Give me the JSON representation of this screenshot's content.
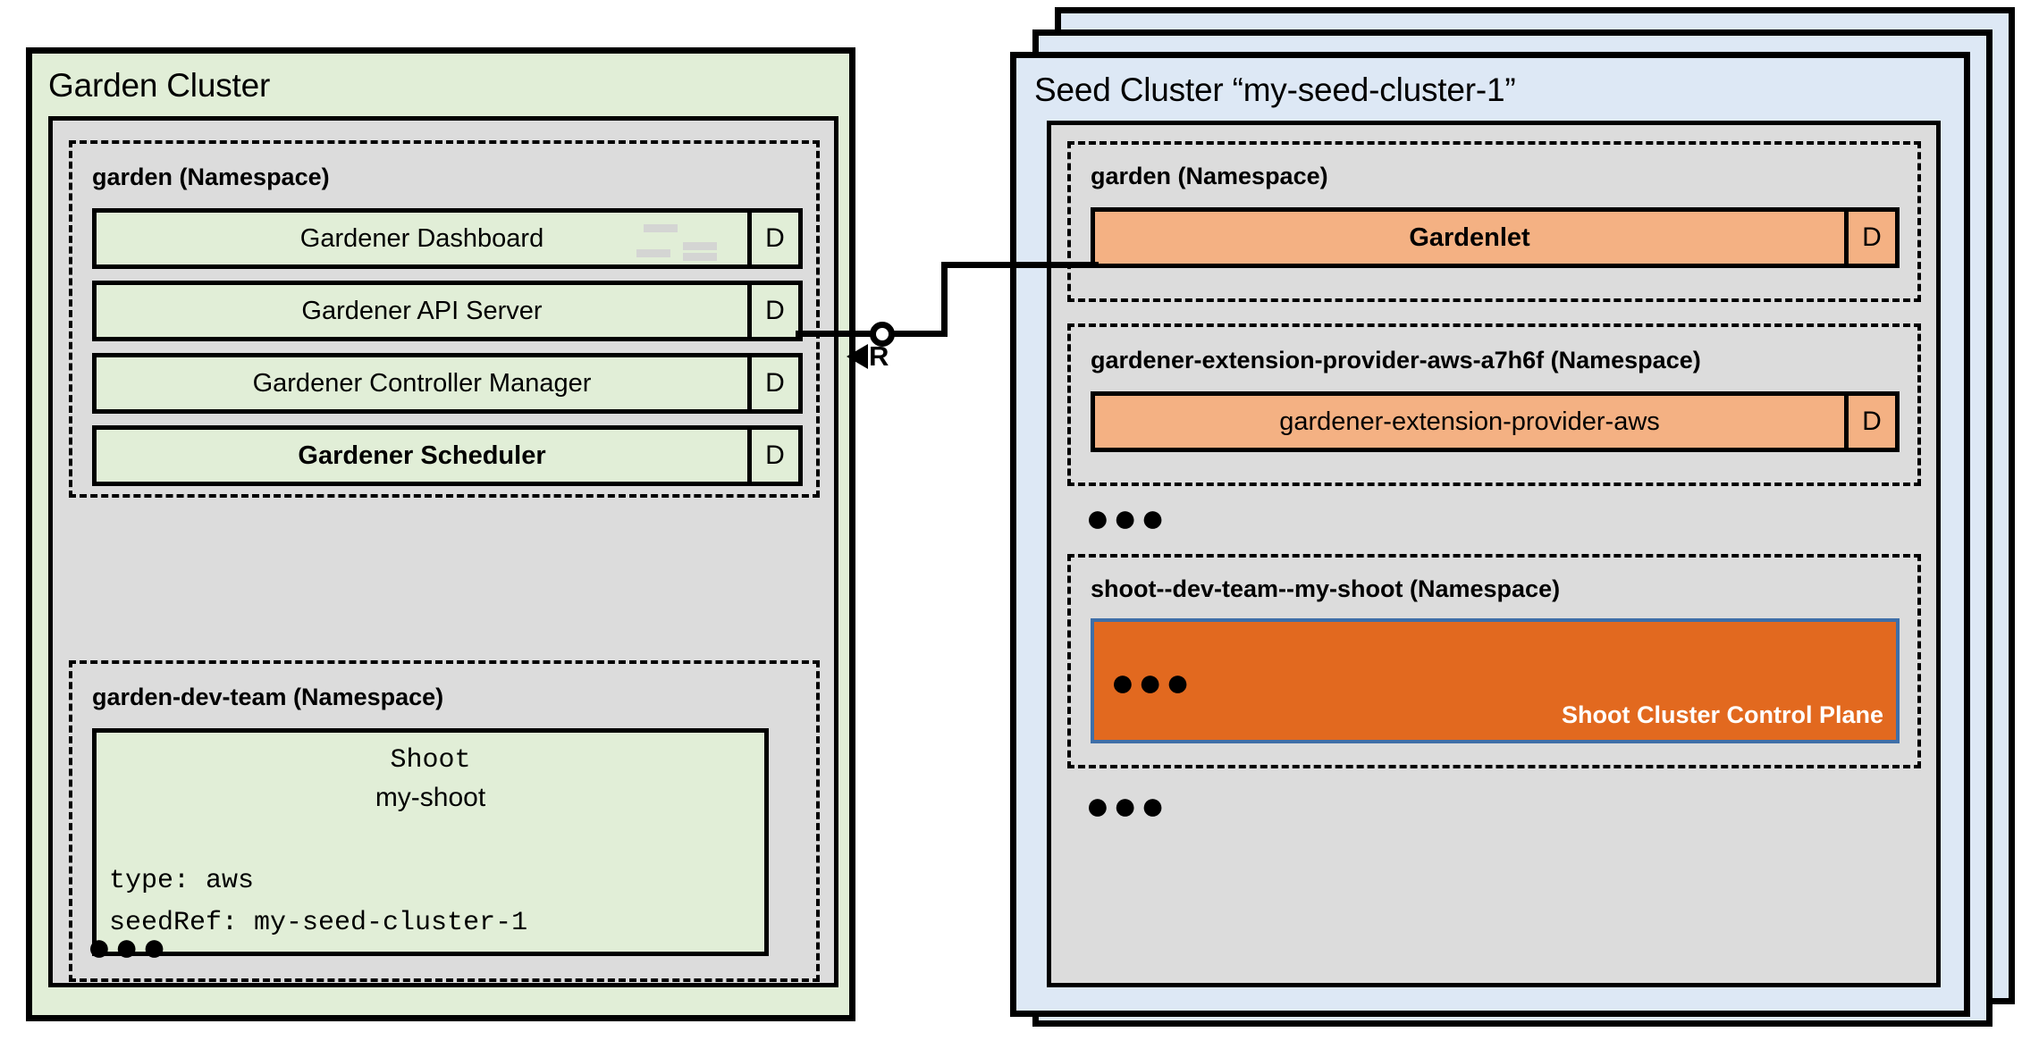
{
  "diagram": {
    "title": "Gardener Garden / Seed cluster architecture",
    "colors": {
      "garden_cluster_fill": "#e1eed7",
      "seed_cluster_fill": "#dde8f5",
      "kubernetes_plane_fill": "#dcdcdc",
      "gardener_component_fill": "#e1eed7",
      "seed_component_fill": "#f4b183",
      "control_plane_fill": "#e2691f",
      "control_plane_border": "#3f6fa8",
      "outline": "#000000"
    }
  },
  "garden_cluster": {
    "title": "Garden Cluster",
    "namespaces": [
      {
        "label": "garden (Namespace)",
        "components": [
          {
            "name": "Gardener Dashboard",
            "badge": "D",
            "highlight": false
          },
          {
            "name": "Gardener API Server",
            "badge": "D",
            "highlight": false
          },
          {
            "name": "Gardener Controller Manager",
            "badge": "D",
            "highlight": false
          },
          {
            "name": "Gardener Scheduler",
            "badge": "D",
            "highlight": true
          }
        ]
      },
      {
        "label": "garden-dev-team (Namespace)",
        "shoot": {
          "kind": "Shoot",
          "name": "my-shoot",
          "spec_lines": [
            "type: aws",
            "seedRef: my-seed-cluster-1"
          ]
        }
      }
    ],
    "more_indicator": "●●●"
  },
  "seed_cluster": {
    "title": "Seed Cluster “my-seed-cluster-1”",
    "namespaces": [
      {
        "label": "garden (Namespace)",
        "components": [
          {
            "name": "Gardenlet",
            "badge": "D",
            "highlight": true
          }
        ]
      },
      {
        "label": "gardener-extension-provider-aws-a7h6f (Namespace)",
        "components": [
          {
            "name": "gardener-extension-provider-aws",
            "badge": "D",
            "highlight": false
          }
        ]
      },
      {
        "label": "shoot--dev-team--my-shoot (Namespace)",
        "control_plane": {
          "label": "Shoot Cluster Control Plane",
          "more_indicator": "●●●"
        }
      }
    ],
    "more_indicator_middle": "●●●",
    "more_indicator_bottom": "●●●"
  },
  "connector": {
    "letter": "R",
    "from": "Gardener API Server",
    "to": "Gardenlet"
  }
}
